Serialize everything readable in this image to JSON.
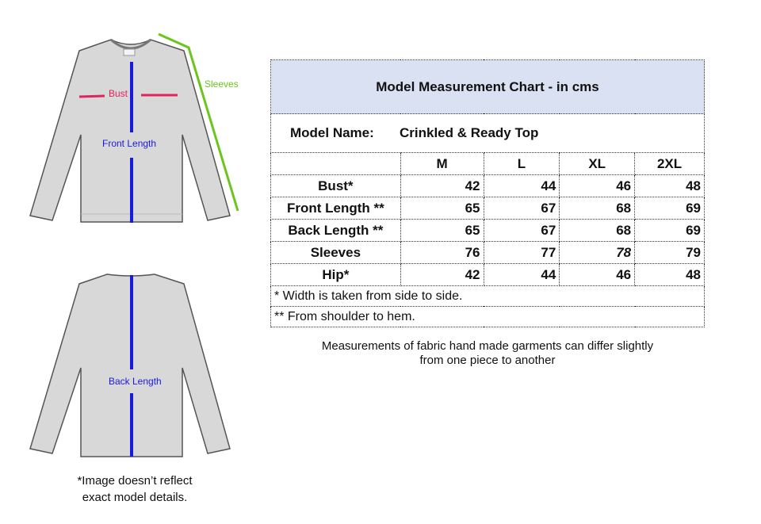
{
  "diagram": {
    "bust": "Bust",
    "front_length": "Front Length",
    "sleeves": "Sleeves",
    "back_length": "Back Length"
  },
  "image_note": {
    "line1": "*Image doesn’t reflect",
    "line2": "exact model details."
  },
  "chart": {
    "title": "Model Measurement Chart - in cms",
    "model_label": "Model Name:",
    "model_name": "Crinkled & Ready Top",
    "sizes": [
      "M",
      "L",
      "XL",
      "2XL"
    ],
    "rows": [
      {
        "label": "Bust*",
        "values": [
          "42",
          "44",
          "46",
          "48"
        ]
      },
      {
        "label": "Front Length **",
        "values": [
          "65",
          "67",
          "68",
          "69"
        ]
      },
      {
        "label": "Back Length **",
        "values": [
          "65",
          "67",
          "68",
          "69"
        ]
      },
      {
        "label": "Sleeves",
        "values": [
          "76",
          "77",
          "78",
          "79"
        ]
      },
      {
        "label": "Hip*",
        "values": [
          "42",
          "44",
          "46",
          "48"
        ]
      }
    ],
    "notes": [
      "* Width is taken from side to side.",
      "** From shoulder to hem."
    ],
    "disclaimer1": "Measurements of fabric hand made garments can differ slightly",
    "disclaimer2": "from one piece to another"
  },
  "colors": {
    "bust": "#e0245e",
    "length": "#1a1adf",
    "sleeves": "#6cc51c",
    "header": "#dae1f2"
  }
}
